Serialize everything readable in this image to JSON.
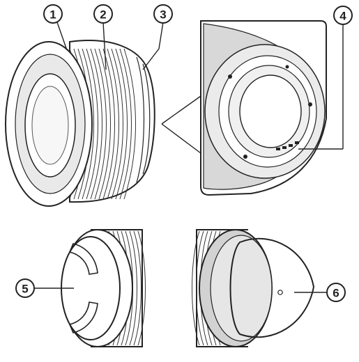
{
  "callouts": [
    {
      "id": "1",
      "label": "1"
    },
    {
      "id": "2",
      "label": "2"
    },
    {
      "id": "3",
      "label": "3"
    },
    {
      "id": "4",
      "label": "4"
    },
    {
      "id": "5",
      "label": "5"
    },
    {
      "id": "6",
      "label": "6"
    }
  ],
  "colors": {
    "ink": "#222222",
    "paper": "#ffffff",
    "shade": "#bdbdbd"
  }
}
